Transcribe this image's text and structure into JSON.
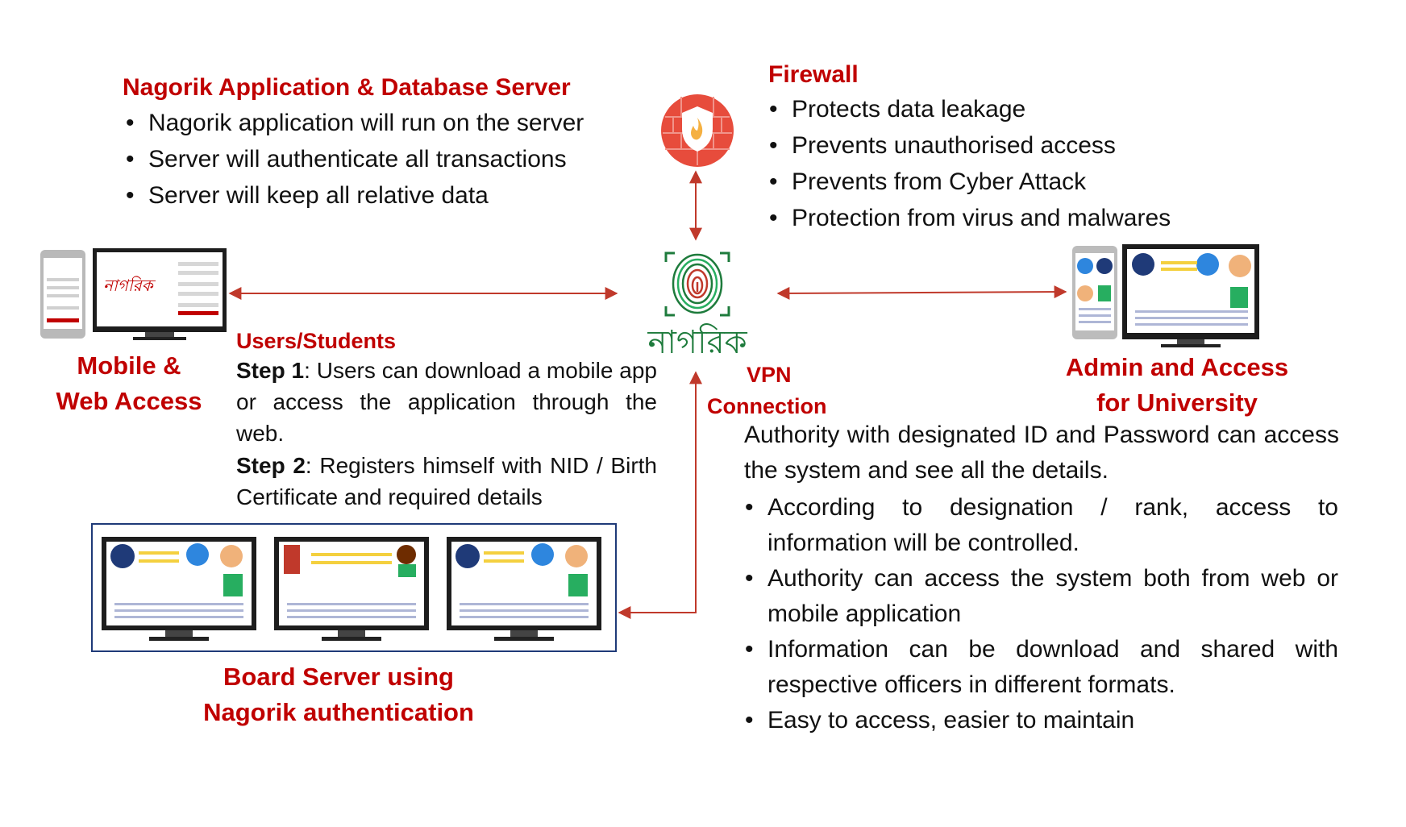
{
  "server": {
    "title": "Nagorik Application & Database Server",
    "bullets": [
      "Nagorik application will run on the server",
      "Server will authenticate all transactions",
      "Server will keep all relative data"
    ]
  },
  "firewall": {
    "title": "Firewall",
    "bullets": [
      "Protects data leakage",
      "Prevents unauthorised access",
      "Prevents from Cyber Attack",
      "Protection from virus and malwares"
    ]
  },
  "hub": {
    "logo_text": "নাগরিক"
  },
  "mobile": {
    "label_line1": "Mobile &",
    "label_line2": "Web Access",
    "screen_brand": "নাগরিক"
  },
  "users": {
    "title": "Users/Students",
    "step1_label": "Step 1",
    "step1_text": ": Users can download a mobile app or access the application through the web.",
    "step2_label": "Step 2",
    "step2_text": ": Registers himself with NID / Birth Certificate and required details"
  },
  "vpn": {
    "line1": "VPN",
    "line2": "Connection"
  },
  "admin": {
    "title_line1": "Admin and Access",
    "title_line2": "for University",
    "intro": "Authority with designated ID and Password can access the system and see all the details.",
    "bullets": [
      "According to designation / rank, access to information will be controlled.",
      "Authority can access the system both from web or mobile application",
      "Information can be download and shared with respective officers in different formats.",
      "Easy to access, easier to maintain"
    ]
  },
  "board": {
    "title_line1": "Board Server using",
    "title_line2": "Nagorik authentication"
  },
  "colors": {
    "accent_red": "#c00000",
    "arrow_red": "#c0392b",
    "fingerprint_green": "#1e7b3c",
    "board_border": "#1f3a78"
  }
}
